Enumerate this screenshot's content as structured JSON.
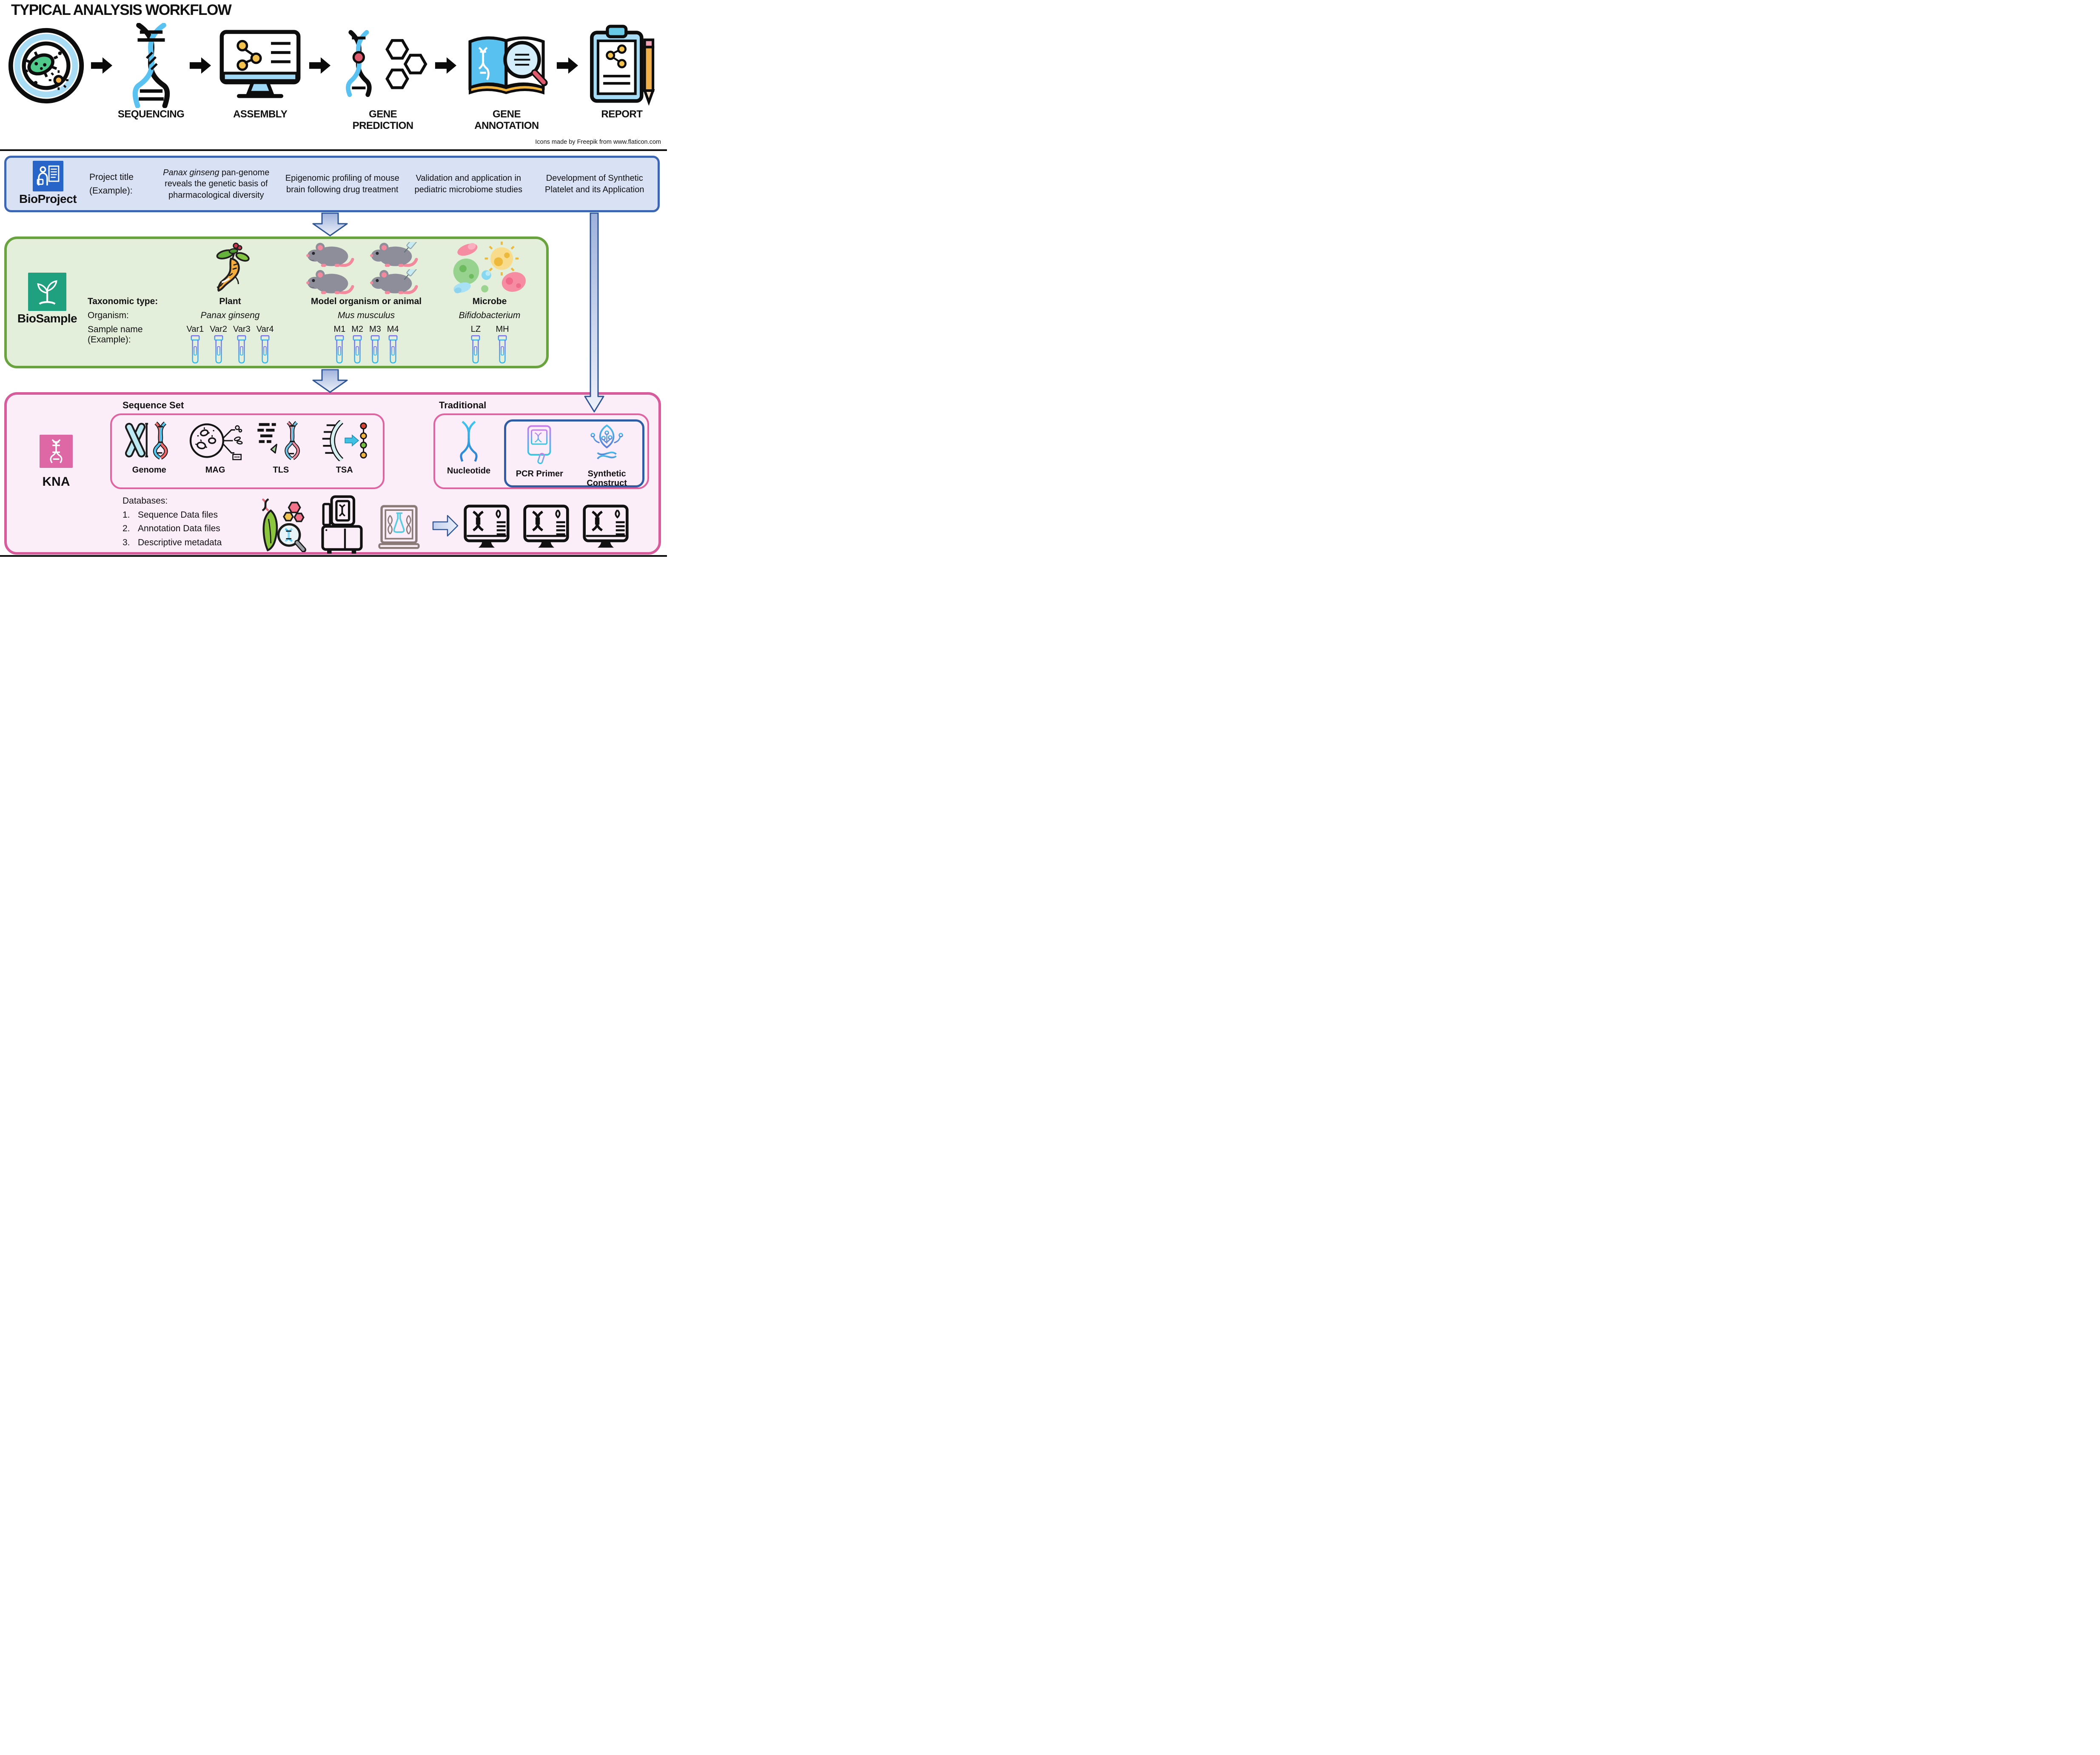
{
  "title": "TYPICAL ANALYSIS WORKFLOW",
  "credit": "Icons made by Freepik from www.flaticon.com",
  "workflow": {
    "steps": [
      {
        "icon": "petri-dish-icon",
        "label": ""
      },
      {
        "icon": "dna-helix-icon",
        "label": "SEQUENCING"
      },
      {
        "icon": "computer-analysis-icon",
        "label": "ASSEMBLY"
      },
      {
        "icon": "dna-hexagons-icon",
        "label": "GENE PREDICTION"
      },
      {
        "icon": "book-magnifier-icon",
        "label": "GENE ANNOTATION"
      },
      {
        "icon": "clipboard-pencil-icon",
        "label": "REPORT"
      }
    ]
  },
  "bioproject": {
    "name": "BioProject",
    "icon": "person-presentation-icon",
    "field_label_line1": "Project title",
    "field_label_line2": "(Example):",
    "examples": [
      {
        "italic": "Panax ginseng",
        "rest": " pan-genome reveals the genetic basis of pharmacological diversity"
      },
      {
        "italic": "",
        "rest": "Epigenomic profiling of mouse brain following drug treatment"
      },
      {
        "italic": "",
        "rest": "Validation and application in pediatric microbiome studies"
      },
      {
        "italic": "",
        "rest": "Development of Synthetic Platelet and its Application"
      }
    ]
  },
  "biosample": {
    "name": "BioSample",
    "icon": "sprout-icon",
    "row_labels": [
      "Taxonomic type:",
      "Organism:",
      "Sample name",
      "(Example):"
    ],
    "groups": [
      {
        "icon": "ginseng-plant-icon",
        "type": "Plant",
        "organism": "Panax ginseng",
        "samples": [
          "Var1",
          "Var2",
          "Var3",
          "Var4"
        ]
      },
      {
        "icon": "mice-syringe-icon",
        "type": "Model organism or animal",
        "organism": "Mus musculus",
        "samples": [
          "M1",
          "M2",
          "M3",
          "M4"
        ]
      },
      {
        "icon": "microbes-icon",
        "type": "Microbe",
        "organism": "Bifidobacterium",
        "samples": [
          "LZ",
          "MH"
        ]
      }
    ],
    "sample_tube_icon": "sample-tube-icon"
  },
  "kna": {
    "name": "KNA",
    "icon": "dna-square-icon",
    "sequence_set": {
      "heading": "Sequence Set",
      "items": [
        {
          "icon": "genome-icon",
          "label": "Genome"
        },
        {
          "icon": "mag-icon",
          "label": "MAG"
        },
        {
          "icon": "tls-icon",
          "label": "TLS"
        },
        {
          "icon": "tsa-icon",
          "label": "TSA"
        }
      ]
    },
    "traditional": {
      "heading": "Traditional",
      "items": [
        {
          "icon": "nucleotide-icon",
          "label": "Nucleotide"
        },
        {
          "icon": "pcr-primer-icon",
          "label": "PCR Primer"
        },
        {
          "icon": "synthetic-construct-icon",
          "label": "Synthetic Construct"
        }
      ]
    },
    "databases": {
      "heading": "Databases:",
      "entries": [
        {
          "num": "1.",
          "text": "Sequence Data files"
        },
        {
          "num": "2.",
          "text": "Annotation Data files"
        },
        {
          "num": "3.",
          "text": "Descriptive metadata"
        }
      ],
      "icons": [
        "plant-dna-magnifier-icon",
        "sequencer-machine-icon",
        "monitor-flask-icon",
        "right-block-arrow-icon",
        "monitor-dna-icon",
        "monitor-dna-icon",
        "monitor-dna-icon"
      ]
    }
  },
  "colors": {
    "bioproject_fill": "#D9E2F5",
    "bioproject_border": "#3C66B4",
    "bioproject_icon_bg": "#2765C8",
    "biosample_fill": "#E4EFDB",
    "biosample_border": "#68A33E",
    "biosample_icon_bg": "#1FA07E",
    "kna_fill": "#FBEEF8",
    "kna_border": "#D85C9C",
    "kna_icon_bg": "#DE68A6",
    "inner_box_border": "#E0649F",
    "construct_box_border": "#2E5DA6",
    "block_arrow_fill": "#9FB2DC",
    "block_arrow_stroke": "#2E5596"
  }
}
